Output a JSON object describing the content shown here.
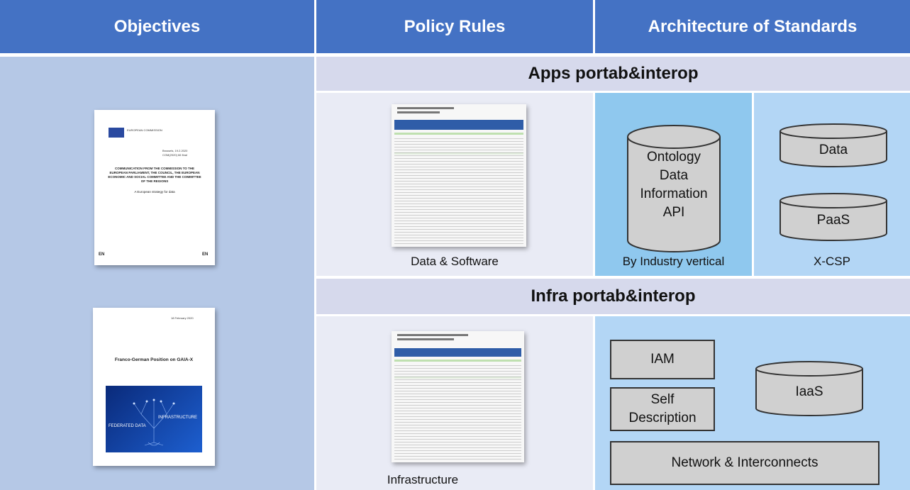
{
  "headers": {
    "objectives": "Objectives",
    "policy_rules": "Policy Rules",
    "architecture": "Architecture of Standards"
  },
  "sections": {
    "apps": "Apps portab&interop",
    "infra": "Infra portab&interop"
  },
  "captions": {
    "data_software": "Data & Software",
    "infrastructure": "Infrastructure",
    "by_industry": "By Industry vertical",
    "xcsp": "X-CSP"
  },
  "doc1": {
    "org": "EUROPEAN COMMISSION",
    "date": "Brussels, 19.2.2020",
    "ref": "COM(2020) 66 final",
    "title": "COMMUNICATION FROM THE COMMISSION TO THE EUROPEAN PARLIAMENT, THE COUNCIL, THE EUROPEAN ECONOMIC AND SOCIAL COMMITTEE AND THE COMMITTEE OF THE REGIONS",
    "subtitle": "A European strategy for data",
    "lang_left": "EN",
    "lang_right": "EN"
  },
  "doc2": {
    "date": "18 February 2020",
    "title": "Franco-German Position on GAIA-X",
    "img_text_left": "FEDERATED DATA",
    "img_text_right": "INFRASTRUCTURE"
  },
  "apps_cylinder": [
    "Ontology",
    "Data",
    "Information",
    "API"
  ],
  "xcsp_cylinders": [
    "Data",
    "PaaS"
  ],
  "infra_boxes": {
    "iam": "IAM",
    "self_description": "Self Description",
    "network": "Network & Interconnects",
    "iaas": "IaaS"
  },
  "colors": {
    "header_blue": "#4472c4",
    "section_lavender": "#d6d9ec",
    "objectives_bg": "#b5c8e6",
    "policy_bg": "#e9ebf5",
    "industry_bg": "#8fc8ee",
    "arch_bg": "#b3d6f5",
    "shape_gray": "#d0d0d0"
  }
}
